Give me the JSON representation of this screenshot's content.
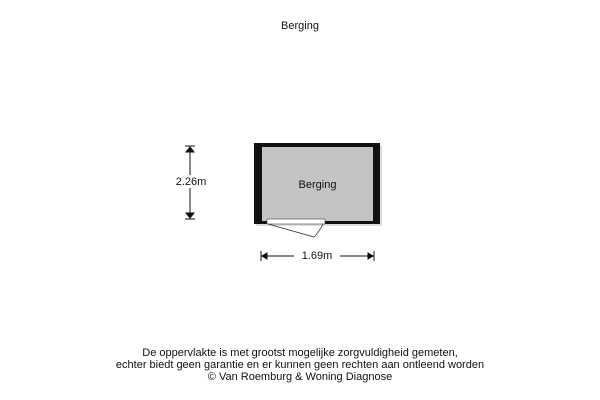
{
  "title": "Berging",
  "room": {
    "label": "Berging",
    "width": "1.69m",
    "height": "2.26m"
  },
  "footer": {
    "line1": "De oppervlakte is met grootst mogelijke zorgvuldigheid gemeten,",
    "line2": "echter biedt geen garantie en er kunnen geen rechten aan ontleend worden",
    "line3": "© Van Roemburg & Woning Diagnose"
  }
}
